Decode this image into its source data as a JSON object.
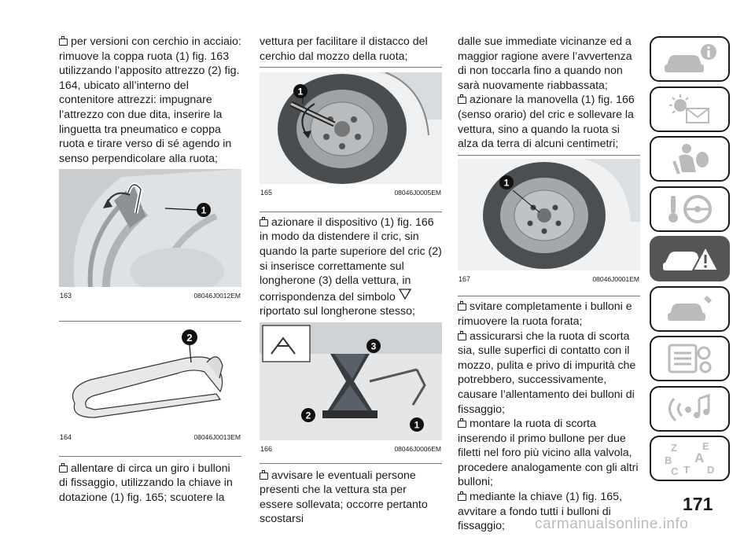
{
  "page_number": "171",
  "watermark": "carmanualsonline.info",
  "col1": {
    "p1": "per versioni con cerchio in acciaio: rimuove la coppa ruota (1) fig. 163 utilizzando l’apposito attrezzo (2) fig. 164, ubicato all’interno del contenitore attrezzi: impugnare l’attrezzo con due dita, inserire la linguetta tra pneumatico e coppa ruota e tirare verso di sé agendo in senso perpendicolare alla ruota;",
    "fig163": {
      "num": "163",
      "code": "08046J0012EM",
      "callout": "1"
    },
    "fig164": {
      "num": "164",
      "code": "08046J0013EM",
      "callout": "2"
    },
    "p2": "allentare di circa un giro i bulloni di fissaggio, utilizzando la chiave in dotazione (1) fig. 165; scuotere la"
  },
  "col2": {
    "p1": "vettura per facilitare il distacco del cerchio dal mozzo della ruota;",
    "fig165": {
      "num": "165",
      "code": "08046J0005EM",
      "callout": "1"
    },
    "p2a": "azionare il dispositivo (1) fig. 166 in modo da distendere il cric, sin quando la parte superiore del cric (2) si inserisce correttamente sul longherone (3) della vettura, in corrispondenza del simbolo",
    "p2b": "riportato sul longherone stesso;",
    "fig166": {
      "num": "166",
      "code": "08046J0006EM",
      "c1": "1",
      "c2": "2",
      "c3": "3"
    },
    "p3": "avvisare le eventuali persone presenti che la vettura sta per essere sollevata; occorre pertanto scostarsi"
  },
  "col3": {
    "p1": "dalle sue immediate vicinanze ed a maggior ragione avere l’avvertenza di non toccarla fino a quando non sarà nuovamente riabbassata;",
    "p2": "azionare la manovella (1) fig. 166 (senso orario) del cric e sollevare la vettura, sino a quando la ruota si alza da terra di alcuni centimetri;",
    "fig167": {
      "num": "167",
      "code": "08046J0001EM",
      "callout": "1"
    },
    "p3": "svitare completamente i bulloni e rimuovere la ruota forata;",
    "p4": "assicurarsi che la ruota di scorta sia, sulle superfici di contatto con il mozzo, pulita e privo di impurità che potrebbero, successivamente, causare l’allentamento dei bulloni di fissaggio;",
    "p5": "montare la ruota di scorta inserendo il primo bullone per due filetti nel foro più vicino alla valvola, procedere analogamente con gli altri bulloni;",
    "p6": "mediante la chiave (1) fig. 165, avvitare a fondo tutti i bulloni di fissaggio;"
  },
  "tabs": [
    {
      "icon": "car-info-icon"
    },
    {
      "icon": "lights-message-icon"
    },
    {
      "icon": "seat-airbag-icon"
    },
    {
      "icon": "key-steering-icon"
    },
    {
      "icon": "car-emergency-icon",
      "active": true
    },
    {
      "icon": "car-service-icon"
    },
    {
      "icon": "technical-data-icon"
    },
    {
      "icon": "multimedia-icon"
    },
    {
      "icon": "index-icon",
      "letters": [
        "Z",
        "E",
        "B",
        "A",
        "C",
        "T",
        "D"
      ]
    }
  ]
}
